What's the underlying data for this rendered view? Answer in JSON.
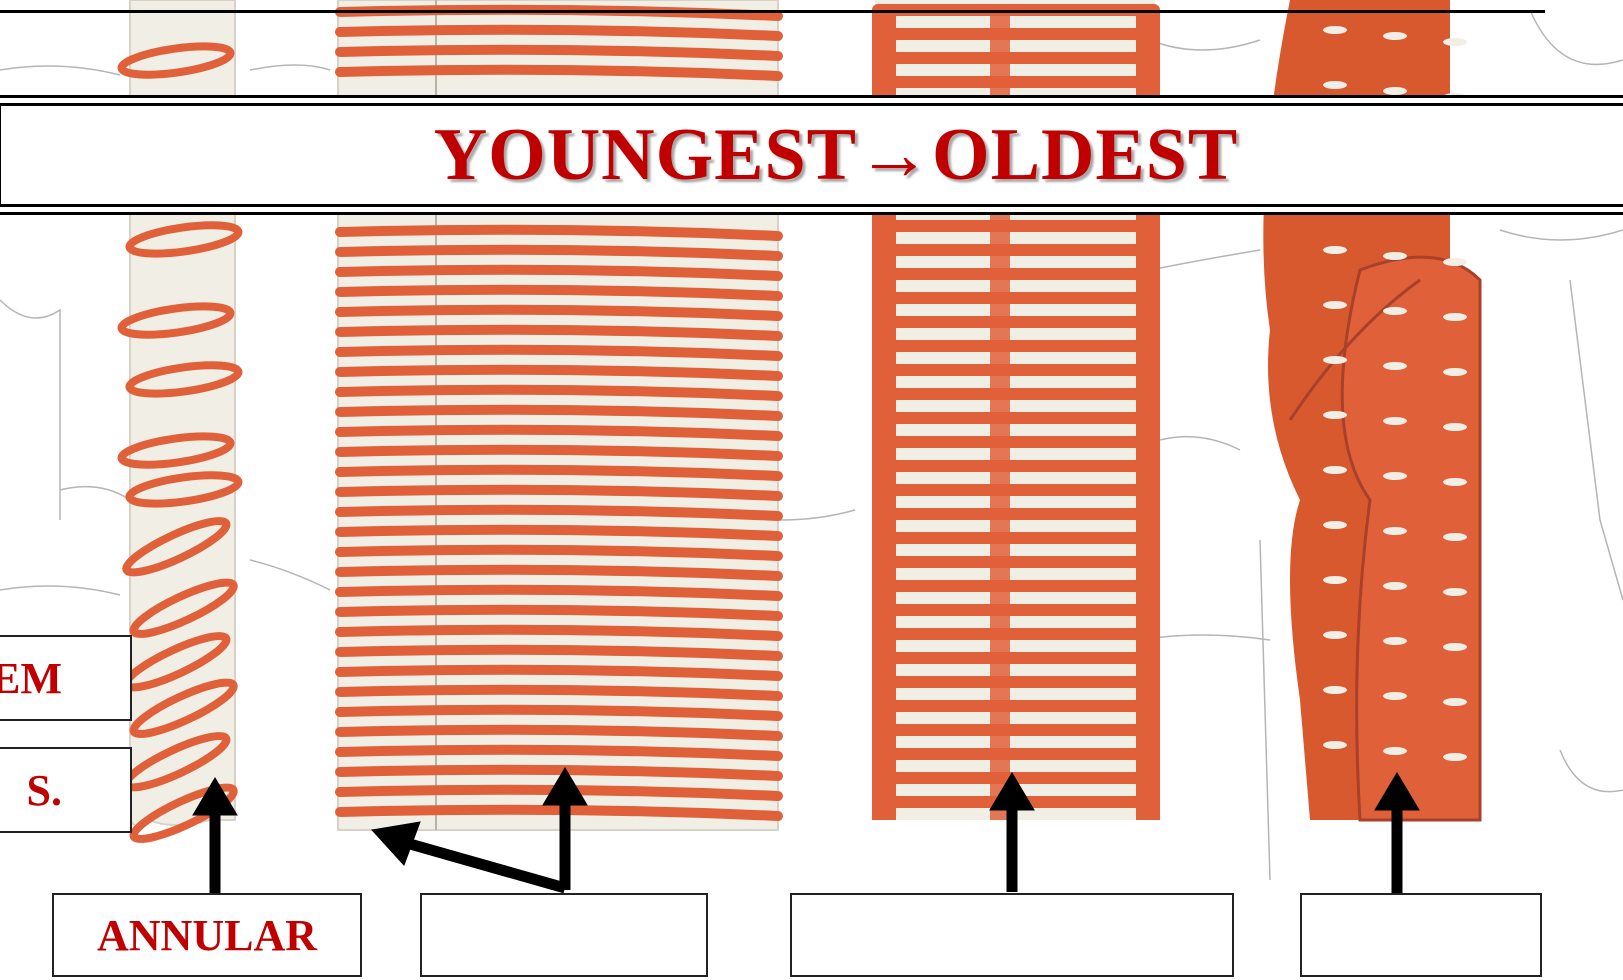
{
  "title": "YOUNGEST→OLDEST",
  "left_labels": [
    "EM",
    "S."
  ],
  "bottom_labels": [
    "ANNULAR",
    "",
    "",
    ""
  ],
  "colors": {
    "thickening": "#e0603a",
    "thickening_dark": "#a8402a",
    "vessel_wall": "#f1eee6",
    "label_text": "#c00000",
    "cell_wall_lines": "#a9a9a9"
  }
}
